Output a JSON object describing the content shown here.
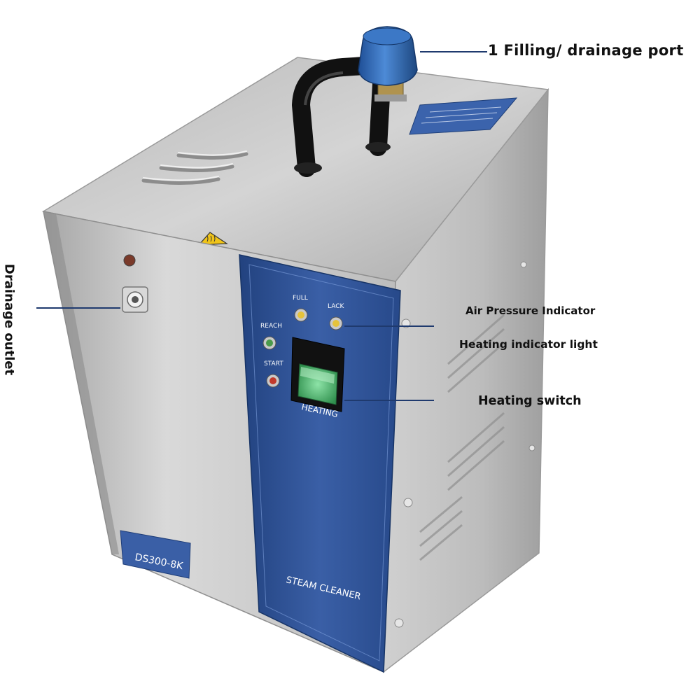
{
  "product": {
    "model_label": "DS300-8K",
    "panel_title": "STEAM CLEANER",
    "indicators": {
      "full": "FULL",
      "lack": "LACK",
      "reach": "REACH",
      "start": "START"
    },
    "switch_label": "HEATING"
  },
  "callouts": {
    "filling_port": "1 Filling/ drainage port",
    "air_pressure": "Air Pressure Indicator",
    "heating_light": "Heating indicator light",
    "heating_switch": "Heating switch",
    "drainage_outlet": "Drainage outlet"
  },
  "colors": {
    "panel_blue": "#2c4f92",
    "steel": "#c8c8c8",
    "cap_blue": "#2d67b8",
    "switch_green": "#3fae63"
  },
  "icons": [
    "heat-warning-icon"
  ]
}
